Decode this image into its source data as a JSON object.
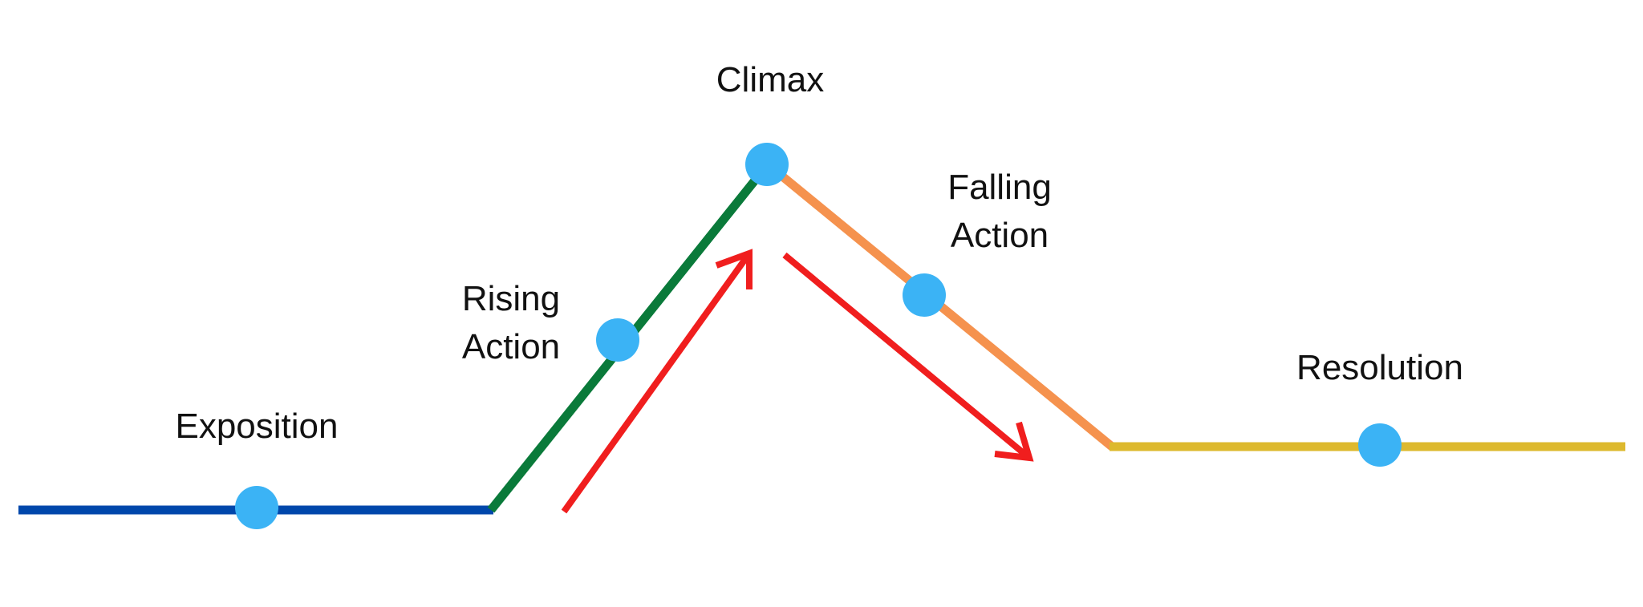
{
  "stages": [
    {
      "id": "exposition",
      "label": "Exposition",
      "line_color": "#0047AB"
    },
    {
      "id": "rising-action",
      "label": "Rising\nAction",
      "line_color": "#0A7A3A"
    },
    {
      "id": "climax",
      "label": "Climax",
      "line_color": "#0A7A3A"
    },
    {
      "id": "falling-action",
      "label": "Falling\nAction",
      "line_color": "#F5924E"
    },
    {
      "id": "resolution",
      "label": "Resolution",
      "line_color": "#DDB92E"
    }
  ],
  "colors": {
    "marker": "#3BB3F5",
    "arrow": "#F01E1E",
    "text": "#111111"
  }
}
